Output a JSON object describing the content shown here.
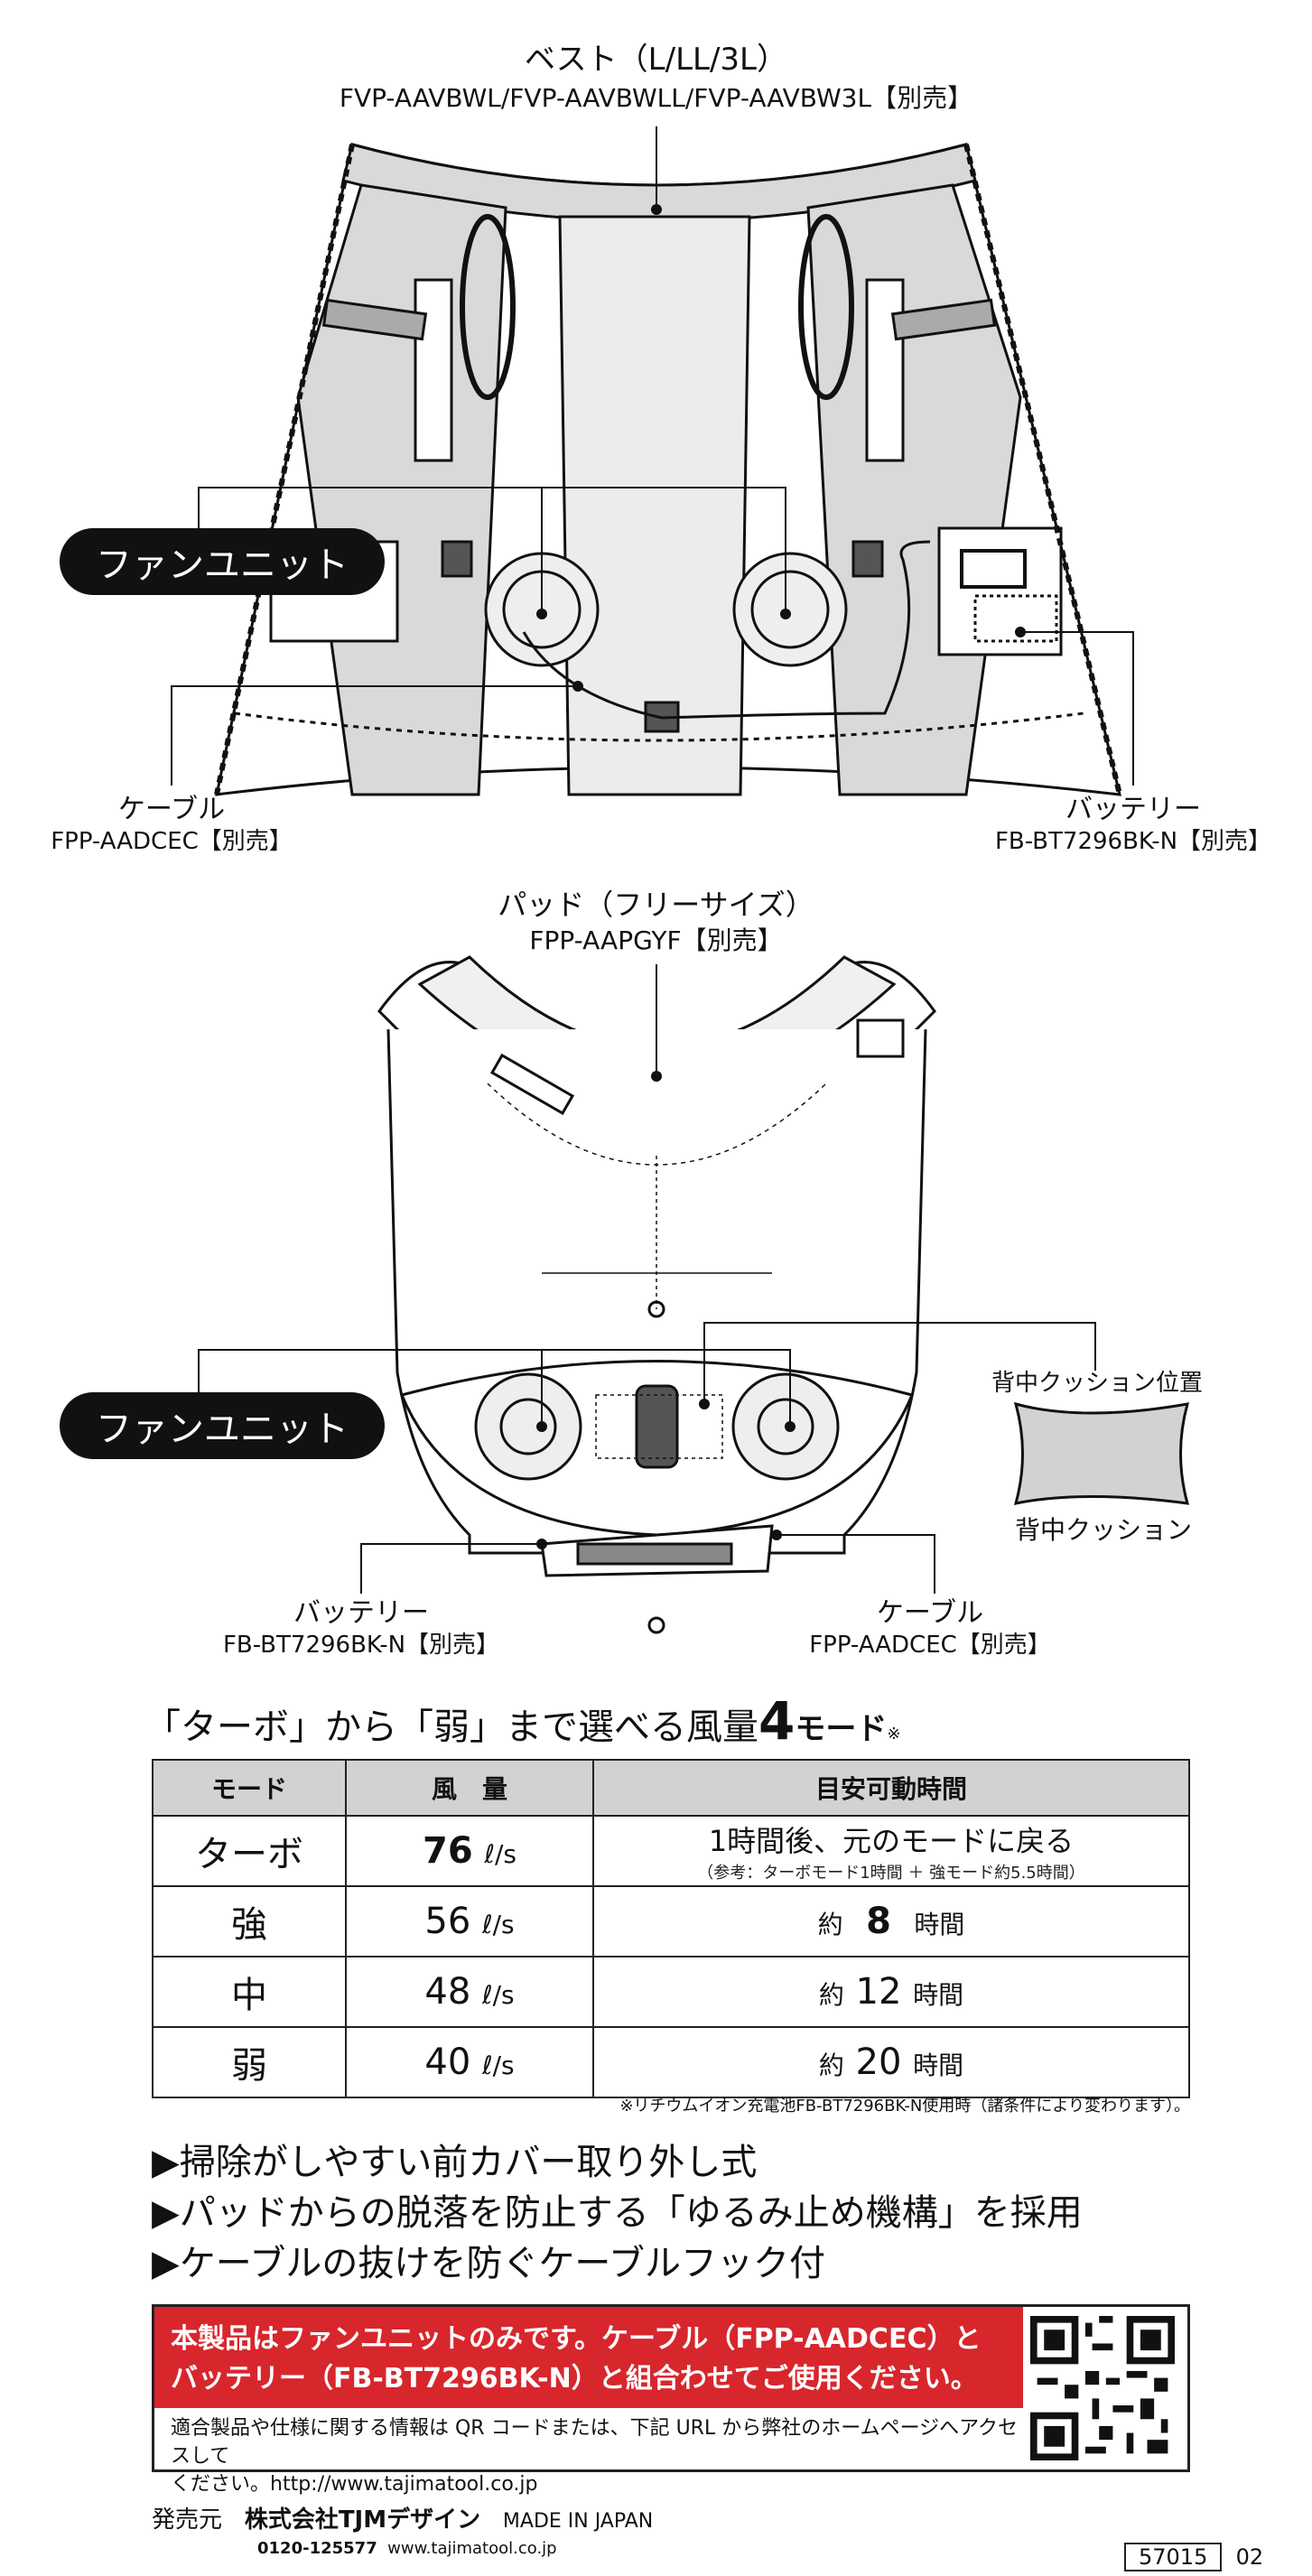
{
  "diagram_top": {
    "vest_title": "ベスト（L/LL/3L）",
    "vest_models": "FVP-AAVBWL/FVP-AAVBWLL/FVP-AAVBW3L【別売】",
    "fan_unit": "ファンユニット",
    "cable_title": "ケーブル",
    "cable_model": "FPP-AADCEC【別売】",
    "battery_title": "バッテリー",
    "battery_model": "FB-BT7296BK-N【別売】"
  },
  "diagram_bottom": {
    "pad_title": "パッド（フリーサイズ）",
    "pad_model": "FPP-AAPGYF【別売】",
    "fan_unit": "ファンユニット",
    "cushion_pos": "背中クッション位置",
    "cushion": "背中クッション",
    "battery_title": "バッテリー",
    "battery_model": "FB-BT7296BK-N【別売】",
    "cable_title": "ケーブル",
    "cable_model": "FPP-AADCEC【別売】"
  },
  "headline": {
    "text": "「ターボ」から「弱」まで選べる風量",
    "num": "4",
    "suffix": "モード",
    "mark": "※"
  },
  "table": {
    "headers": [
      "モード",
      "風　量",
      "目安可動時間"
    ],
    "rows": [
      {
        "mode": "ターボ",
        "flow": "76",
        "unit": "ℓ/s",
        "time": "1時間後、元のモードに戻る",
        "sub": "（参考：ターボモード1時間 ＋ 強モード約5.5時間）"
      },
      {
        "mode": "強",
        "flow": "56",
        "unit": "ℓ/s",
        "pre": "約",
        "hours": "8",
        "post": "時間"
      },
      {
        "mode": "中",
        "flow": "48",
        "unit": "ℓ/s",
        "pre": "約",
        "hours": "12",
        "post": "時間"
      },
      {
        "mode": "弱",
        "flow": "40",
        "unit": "ℓ/s",
        "pre": "約",
        "hours": "20",
        "post": "時間"
      }
    ],
    "footnote": "※リチウムイオン充電池FB-BT7296BK-N使用時（諸条件により変わります）。"
  },
  "features": [
    "▶掃除がしやすい前カバー取り外し式",
    "▶パッドからの脱落を防止する「ゆるみ止め機構」を採用",
    "▶ケーブルの抜けを防ぐケーブルフック付"
  ],
  "notice": {
    "line1": "本製品はファンユニットのみです。ケーブル（FPP-AADCEC）と",
    "line2": "バッテリー（FB-BT7296BK-N）と組合わせてご使用ください。",
    "info1": "適合製品や仕様に関する情報は QR コードまたは、下記 URL から弊社のホームページへアクセスして",
    "info2": "ください。http://www.tajimatool.co.jp"
  },
  "footer": {
    "seller_label": "発売元",
    "company": "株式会社TJMデザイン",
    "made": "MADE IN JAPAN",
    "phone": "0120-125577",
    "url": "www.tajimatool.co.jp",
    "code": "57015",
    "rev": "02"
  },
  "colors": {
    "accent_red": "#d8262d",
    "table_header": "#d2d2d2",
    "pill": "#111111"
  }
}
